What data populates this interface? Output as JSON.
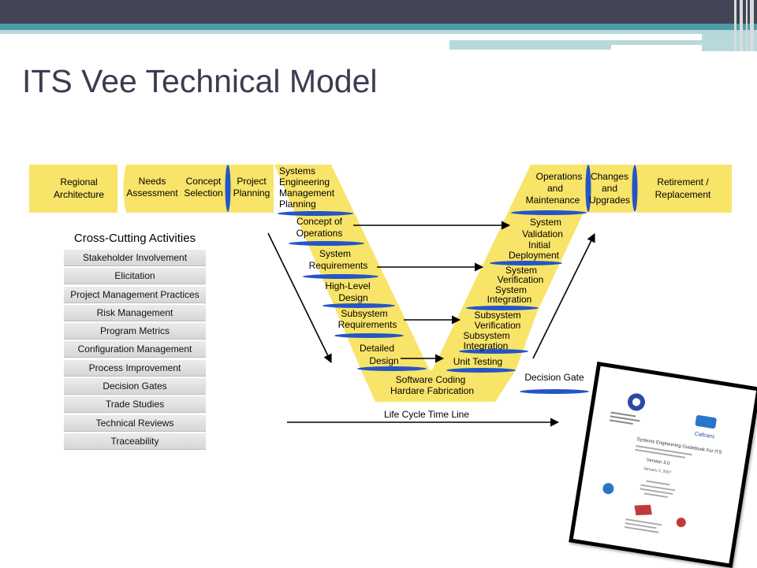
{
  "slide": {
    "title": "ITS Vee Technical Model"
  },
  "top_band": {
    "regional": [
      "Regional",
      "Architecture"
    ],
    "needs": [
      "Needs",
      "Assessment"
    ],
    "concept": [
      "Concept",
      "Selection"
    ],
    "project": [
      "Project",
      "Planning"
    ],
    "sem": [
      "Systems",
      "Engineering",
      "Management",
      "Planning"
    ],
    "ops": [
      "Operations",
      "and",
      "Maintenance"
    ],
    "changes": [
      "Changes",
      "and",
      "Upgrades"
    ],
    "retire": [
      "Retirement /",
      "Replacement"
    ]
  },
  "left_leg": {
    "conops": [
      "Concept of",
      "Operations"
    ],
    "sysreq": [
      "System",
      "Requirements"
    ],
    "hld": [
      "High-Level",
      "Design"
    ],
    "subreq": [
      "Subsystem",
      "Requirements"
    ],
    "detail": [
      "Detailed",
      "Design"
    ]
  },
  "bottom": [
    "Software Coding",
    "Hardare Fabrication"
  ],
  "right_leg": {
    "unit": "Unit Testing",
    "subint": [
      "Subsystem",
      "Integration"
    ],
    "subver": [
      "Subsystem",
      "Verification"
    ],
    "sysint": [
      "System",
      "Integration"
    ],
    "sysver": [
      "System",
      "Verification"
    ],
    "deploy": [
      "Initial",
      "Deployment"
    ],
    "sysval": [
      "System",
      "Validation"
    ]
  },
  "decision_gate": "Decision Gate",
  "timeline": "Life Cycle Time Line",
  "cross_cutting": {
    "title": "Cross-Cutting Activities",
    "items": [
      "Stakeholder Involvement",
      "Elicitation",
      "Project Management Practices",
      "Risk Management",
      "Program Metrics",
      "Configuration Management",
      "Process Improvement",
      "Decision Gates",
      "Trade Studies",
      "Technical Reviews",
      "Traceability"
    ]
  },
  "document": {
    "title": "Systems Engineering Guidebook For ITS",
    "version": "Version 3.0",
    "date": "January 2, 2007",
    "logo_text": "Caltrans"
  },
  "colors": {
    "yellow": "#f8e469",
    "blue_gate": "#2455c7",
    "title_text": "#3c3c50",
    "header_bar": "#434556",
    "teal": "#4a9ea4",
    "activity_box": "#dcdcdc"
  }
}
